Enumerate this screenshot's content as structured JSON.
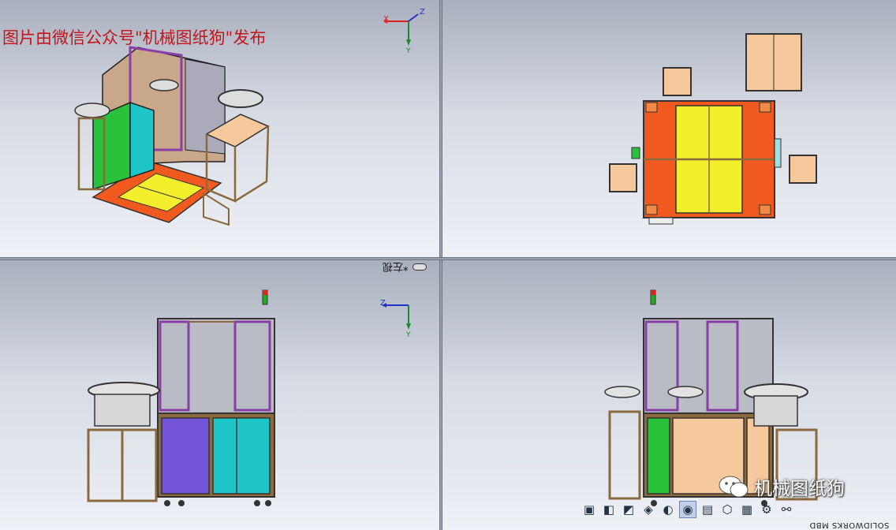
{
  "watermark_text": "图片由微信公众号\"机械图纸狗\"发布",
  "brand_text": "机械图纸狗",
  "front_view_label": "*左视",
  "app_label": "SOLIDWORKS MBD",
  "triad": {
    "x": "X",
    "y": "Y",
    "z": "Z"
  },
  "toolbar_icons": [
    "view-orientation-icon",
    "display-style-icon",
    "section-view-icon",
    "appearance-icon",
    "shaded-icon",
    "hide-show-icon",
    "scene-icon",
    "view-settings-icon",
    "render-icon",
    "lock-icon",
    "link-icon"
  ],
  "colors": {
    "frame": "#8a6a3c",
    "purple": "#8a3fa8",
    "cyan": "#1ec6c9",
    "orange": "#f15a1e",
    "yellow": "#f4ef2c",
    "peach": "#f6c99c",
    "green": "#29c23a",
    "violet": "#7455d9"
  }
}
